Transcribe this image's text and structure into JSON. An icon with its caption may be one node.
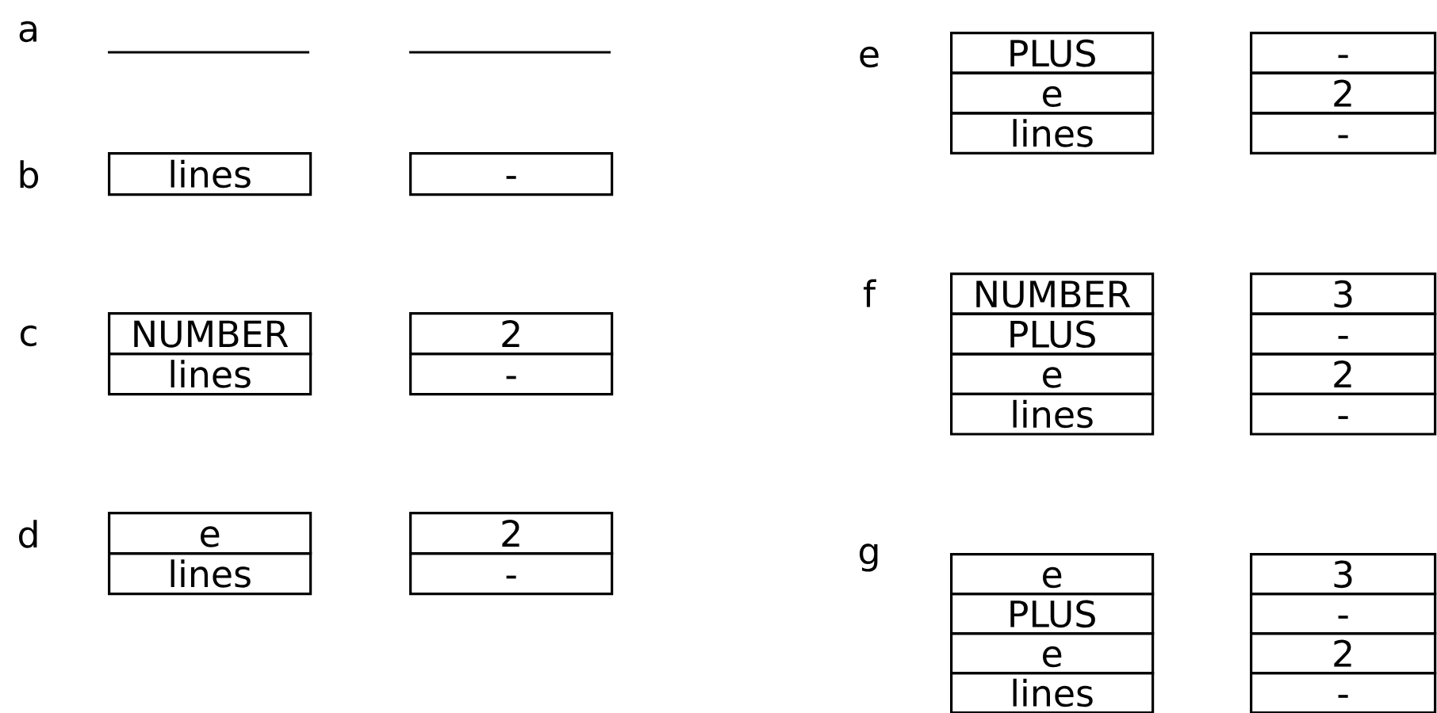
{
  "diagram": {
    "nodes": [
      {
        "text": [
          "lines"
        ]
      },
      {
        "text": [
          "-"
        ]
      },
      {
        "text": [
          "NUMBER"
        ]
      },
      {
        "text": [
          "lines"
        ]
      },
      {
        "text": [
          "2"
        ]
      },
      {
        "text": [
          "-"
        ]
      },
      {
        "text": [
          "e"
        ]
      },
      {
        "text": [
          "lines"
        ]
      },
      {
        "text": [
          "2"
        ]
      },
      {
        "text": [
          "-"
        ]
      },
      {
        "text": [
          "PLUS"
        ]
      },
      {
        "text": [
          "e"
        ]
      },
      {
        "text": [
          "lines"
        ]
      },
      {
        "text": [
          "-"
        ]
      },
      {
        "text": [
          "2"
        ]
      },
      {
        "text": [
          "-"
        ]
      },
      {
        "text": [
          "NUMBER"
        ]
      },
      {
        "text": [
          "PLUS"
        ]
      },
      {
        "text": [
          "e"
        ]
      },
      {
        "text": [
          "lines"
        ]
      },
      {
        "text": [
          "3"
        ]
      },
      {
        "text": [
          "-"
        ]
      },
      {
        "text": [
          "2"
        ]
      },
      {
        "text": [
          "-"
        ]
      },
      {
        "text": [
          "e"
        ]
      },
      {
        "text": [
          "PLUS"
        ]
      },
      {
        "text": [
          "e"
        ]
      },
      {
        "text": [
          "lines"
        ]
      },
      {
        "text": [
          "3"
        ]
      },
      {
        "text": [
          "-"
        ]
      },
      {
        "text": [
          "2"
        ]
      },
      {
        "text": [
          "-"
        ]
      }
    ],
    "labels": [
      "a",
      "b",
      "c",
      "d",
      "e",
      "f",
      "g"
    ]
  }
}
